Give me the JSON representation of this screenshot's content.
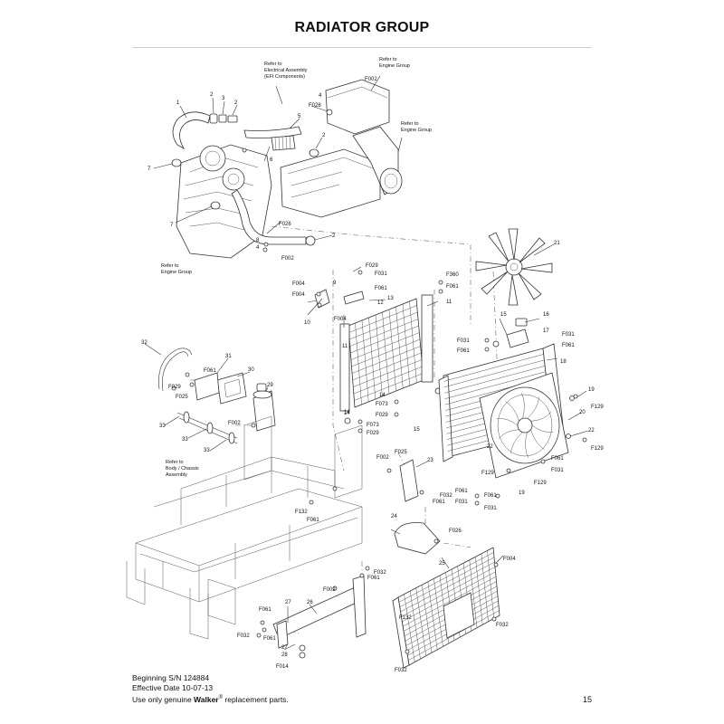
{
  "page": {
    "title": "RADIATOR GROUP",
    "page_number": "15"
  },
  "footer": {
    "serial": "Beginning S/N 124884",
    "effective_date": "Effective Date 10-07-13",
    "notice_prefix": "Use only genuine ",
    "brand": "Walker",
    "registered": "®",
    "notice_suffix": " replacement parts."
  },
  "references": [
    {
      "id": "electrical",
      "lines": [
        "Refer to",
        "Electrical Assembly",
        "(EFI Components)"
      ]
    },
    {
      "id": "engine-top",
      "lines": [
        "Refer to",
        "Engine Group"
      ]
    },
    {
      "id": "engine-right",
      "lines": [
        "Refer to",
        "Engine Group"
      ]
    },
    {
      "id": "engine-left",
      "lines": [
        "Refer to",
        "Engine Group"
      ]
    },
    {
      "id": "chassis",
      "lines": [
        "Refer to",
        "Body / Chassis",
        "Assembly"
      ]
    }
  ],
  "callouts": [
    {
      "id": "c1",
      "text": "1"
    },
    {
      "id": "c2a",
      "text": "2"
    },
    {
      "id": "c3",
      "text": "3"
    },
    {
      "id": "c2b",
      "text": "2"
    },
    {
      "id": "c4a",
      "text": "4"
    },
    {
      "id": "cf028",
      "text": "F028"
    },
    {
      "id": "cf002a",
      "text": "F002"
    },
    {
      "id": "c5",
      "text": "5"
    },
    {
      "id": "c2c",
      "text": "2"
    },
    {
      "id": "c6",
      "text": "6"
    },
    {
      "id": "c7a",
      "text": "7"
    },
    {
      "id": "c7b",
      "text": "7"
    },
    {
      "id": "cf026a",
      "text": "F026"
    },
    {
      "id": "c8",
      "text": "8"
    },
    {
      "id": "c4b",
      "text": "4"
    },
    {
      "id": "c2d",
      "text": "2"
    },
    {
      "id": "cf002b",
      "text": "F002"
    },
    {
      "id": "c21",
      "text": "21"
    },
    {
      "id": "cf029a",
      "text": "F029"
    },
    {
      "id": "cf031a",
      "text": "F031"
    },
    {
      "id": "cf004a",
      "text": "F004"
    },
    {
      "id": "cf004b",
      "text": "F004"
    },
    {
      "id": "c9",
      "text": "9"
    },
    {
      "id": "cf061a",
      "text": "F061"
    },
    {
      "id": "c12",
      "text": "12"
    },
    {
      "id": "c13",
      "text": "13"
    },
    {
      "id": "cf360",
      "text": "F360"
    },
    {
      "id": "cf061b",
      "text": "F061"
    },
    {
      "id": "c11a",
      "text": "11"
    },
    {
      "id": "c10",
      "text": "10"
    },
    {
      "id": "cf004c",
      "text": "F004"
    },
    {
      "id": "c15a",
      "text": "15"
    },
    {
      "id": "c16",
      "text": "16"
    },
    {
      "id": "c17",
      "text": "17"
    },
    {
      "id": "cf031b",
      "text": "F031"
    },
    {
      "id": "cf061c",
      "text": "F061"
    },
    {
      "id": "cf031c",
      "text": "F031"
    },
    {
      "id": "cf061d",
      "text": "F061"
    },
    {
      "id": "c11b",
      "text": "11"
    },
    {
      "id": "c18",
      "text": "18"
    },
    {
      "id": "c32",
      "text": "32"
    },
    {
      "id": "c31",
      "text": "31"
    },
    {
      "id": "cf061e",
      "text": "F061"
    },
    {
      "id": "c30",
      "text": "30"
    },
    {
      "id": "cf029b",
      "text": "F029"
    },
    {
      "id": "cf025a",
      "text": "F025"
    },
    {
      "id": "c29",
      "text": "29"
    },
    {
      "id": "c14a",
      "text": "14"
    },
    {
      "id": "c14b",
      "text": "14"
    },
    {
      "id": "cf073a",
      "text": "F073"
    },
    {
      "id": "cf029c",
      "text": "F029"
    },
    {
      "id": "c19a",
      "text": "19"
    },
    {
      "id": "cf129a",
      "text": "F129"
    },
    {
      "id": "c20",
      "text": "20"
    },
    {
      "id": "c22a",
      "text": "22"
    },
    {
      "id": "cf129b",
      "text": "F129"
    },
    {
      "id": "c33a",
      "text": "33"
    },
    {
      "id": "cf002c",
      "text": "F002"
    },
    {
      "id": "c33b",
      "text": "33"
    },
    {
      "id": "c33c",
      "text": "33"
    },
    {
      "id": "c14c",
      "text": "14"
    },
    {
      "id": "cf073b",
      "text": "F073"
    },
    {
      "id": "cf029d",
      "text": "F029"
    },
    {
      "id": "c15b",
      "text": "15"
    },
    {
      "id": "c22b",
      "text": "22"
    },
    {
      "id": "cf002d",
      "text": "F002"
    },
    {
      "id": "cf025b",
      "text": "F025"
    },
    {
      "id": "c23",
      "text": "23"
    },
    {
      "id": "cf061f",
      "text": "F061"
    },
    {
      "id": "cf031d",
      "text": "F031"
    },
    {
      "id": "cf129c",
      "text": "F129"
    },
    {
      "id": "cf129d",
      "text": "F129"
    },
    {
      "id": "cf061g",
      "text": "F061"
    },
    {
      "id": "cf031e",
      "text": "F031"
    },
    {
      "id": "cf032a",
      "text": "F032"
    },
    {
      "id": "cf061h",
      "text": "F061"
    },
    {
      "id": "cf061i",
      "text": "F061"
    },
    {
      "id": "cf031f",
      "text": "F031"
    },
    {
      "id": "c19b",
      "text": "19"
    },
    {
      "id": "cf132a",
      "text": "F132"
    },
    {
      "id": "cf061j",
      "text": "F061"
    },
    {
      "id": "c24",
      "text": "24"
    },
    {
      "id": "cf026b",
      "text": "F026"
    },
    {
      "id": "cf004d",
      "text": "F004"
    },
    {
      "id": "c25",
      "text": "25"
    },
    {
      "id": "cf032b",
      "text": "F032"
    },
    {
      "id": "cf061k",
      "text": "F061"
    },
    {
      "id": "cf002e",
      "text": "F002"
    },
    {
      "id": "c27a",
      "text": "27"
    },
    {
      "id": "c26",
      "text": "26"
    },
    {
      "id": "cf061l",
      "text": "F061"
    },
    {
      "id": "cf032c",
      "text": "F032"
    },
    {
      "id": "cf061m",
      "text": "F061"
    },
    {
      "id": "cf132b",
      "text": "F132"
    },
    {
      "id": "cf032d",
      "text": "F032"
    },
    {
      "id": "c27b",
      "text": "27"
    },
    {
      "id": "c28",
      "text": "28"
    },
    {
      "id": "cf014",
      "text": "F014"
    },
    {
      "id": "cf032e",
      "text": "F032"
    }
  ]
}
